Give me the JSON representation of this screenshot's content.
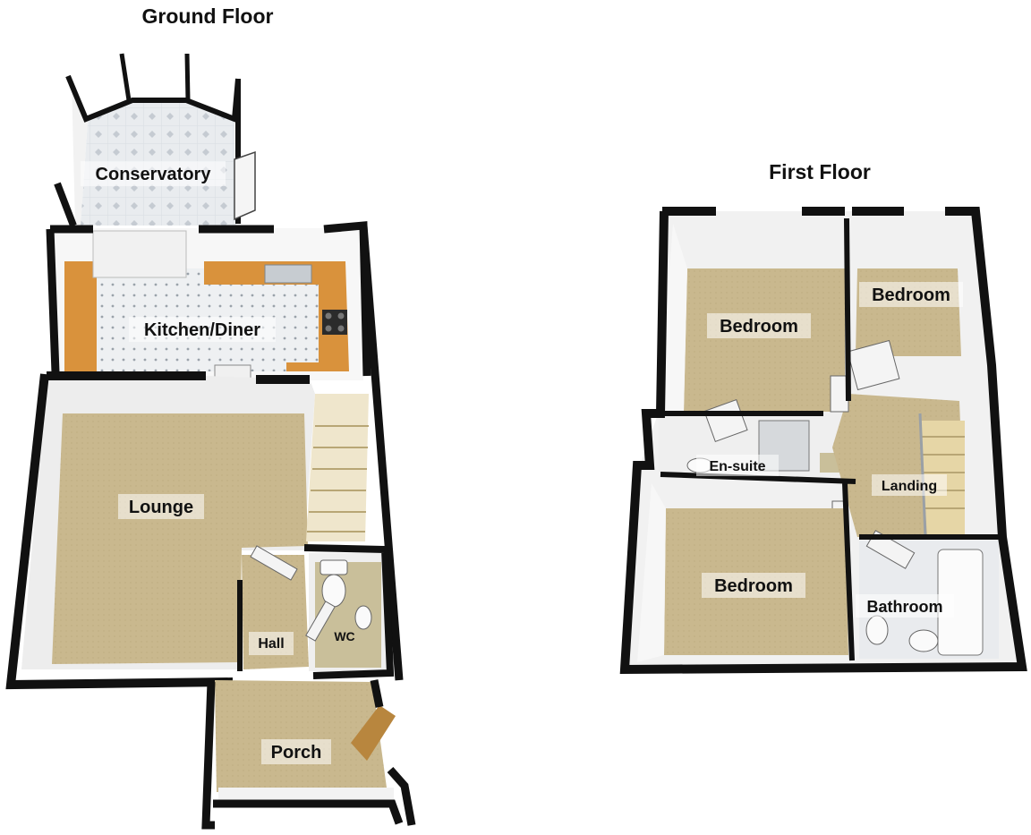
{
  "ground_floor": {
    "title": "Ground Floor",
    "rooms": {
      "conservatory": "Conservatory",
      "kitchen_diner": "Kitchen/Diner",
      "lounge": "Lounge",
      "hall": "Hall",
      "wc": "WC",
      "porch": "Porch"
    }
  },
  "first_floor": {
    "title": "First Floor",
    "rooms": {
      "bedroom_1": "Bedroom",
      "bedroom_2": "Bedroom",
      "en_suite": "En-suite",
      "landing": "Landing",
      "bedroom_3": "Bedroom",
      "bathroom": "Bathroom"
    }
  },
  "colors": {
    "carpet": "#c8b78e",
    "tile": "#e9ecef",
    "wall_top": "#0d0d0d",
    "wall_face": "#f4f4f4",
    "worktop": "#d9923c",
    "stair": "#d8c48f"
  }
}
